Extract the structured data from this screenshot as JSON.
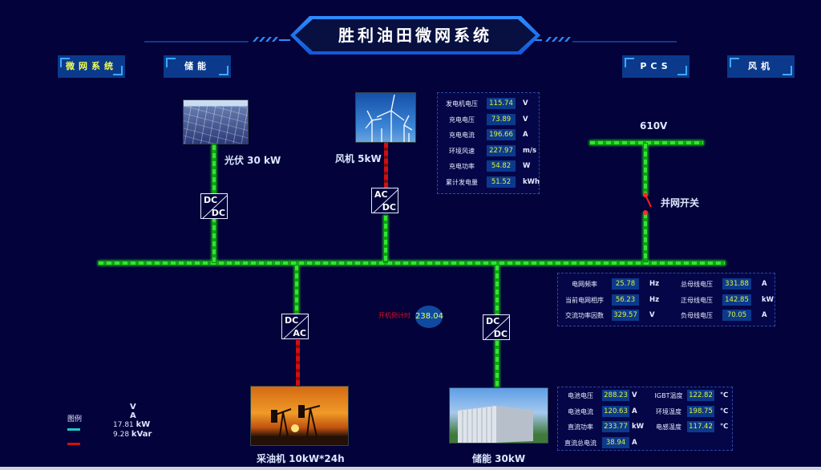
{
  "header": {
    "title": "胜利油田微网系统"
  },
  "nav": {
    "left": [
      {
        "label": "微网系统",
        "active": true
      },
      {
        "label": "储能",
        "active": false
      }
    ],
    "right": [
      {
        "label": "PCS",
        "active": false
      },
      {
        "label": "风机",
        "active": false
      }
    ]
  },
  "diagram": {
    "solar": {
      "label": "光伏 30 kW",
      "converter_top": "DC",
      "converter_bottom": "DC"
    },
    "wind": {
      "label": "风机 5kW",
      "converter_top": "AC",
      "converter_bottom": "DC"
    },
    "grid": {
      "voltage_label": "610V",
      "switch_label": "并网开关"
    },
    "pumpjack": {
      "label": "采油机 10kW*24h",
      "converter_top": "DC",
      "converter_bottom": "AC"
    },
    "storage": {
      "label": "储能 30kW",
      "converter_top": "DC",
      "converter_bottom": "DC"
    },
    "countdown": {
      "label": "开机倒计时",
      "value": "238.04"
    }
  },
  "wind_panel": {
    "rows": [
      {
        "label": "发电机电压",
        "value": "115.74",
        "unit": "V"
      },
      {
        "label": "充电电压",
        "value": "73.89",
        "unit": "V"
      },
      {
        "label": "充电电流",
        "value": "196.66",
        "unit": "A"
      },
      {
        "label": "环境风速",
        "value": "227.97",
        "unit": "m/s"
      },
      {
        "label": "充电功率",
        "value": "54.82",
        "unit": "W"
      },
      {
        "label": "累计发电量",
        "value": "51.52",
        "unit": "kWh"
      }
    ]
  },
  "grid_panel": {
    "left": [
      {
        "label": "电网频率",
        "value": "25.78",
        "unit": "Hz"
      },
      {
        "label": "当前电网相序",
        "value": "56.23",
        "unit": "Hz"
      },
      {
        "label": "交流功率因数",
        "value": "329.57",
        "unit": "V"
      }
    ],
    "right": [
      {
        "label": "总母线电压",
        "value": "331.88",
        "unit": "A"
      },
      {
        "label": "正母线电压",
        "value": "142.85",
        "unit": "kW"
      },
      {
        "label": "负母线电压",
        "value": "70.05",
        "unit": "A"
      }
    ]
  },
  "storage_panel": {
    "left": [
      {
        "label": "电池电压",
        "value": "288.23",
        "unit": "V"
      },
      {
        "label": "电池电流",
        "value": "120.63",
        "unit": "A"
      },
      {
        "label": "直流功率",
        "value": "233.77",
        "unit": "kW"
      },
      {
        "label": "直流总电流",
        "value": "38.94",
        "unit": "A"
      }
    ],
    "right": [
      {
        "label": "IGBT温度",
        "value": "122.82",
        "unit": "℃"
      },
      {
        "label": "环境温度",
        "value": "198.75",
        "unit": "℃"
      },
      {
        "label": "电感温度",
        "value": "117.42",
        "unit": "℃"
      }
    ]
  },
  "legend": {
    "title": "图例",
    "rows": [
      {
        "value": "",
        "unit": "V"
      },
      {
        "value": "",
        "unit": "A"
      },
      {
        "value": "17.81",
        "unit": "kW"
      },
      {
        "value": "9.28",
        "unit": "kVar"
      }
    ],
    "colors": {
      "dc": "#1ec8c8",
      "ac": "#d01010"
    }
  }
}
